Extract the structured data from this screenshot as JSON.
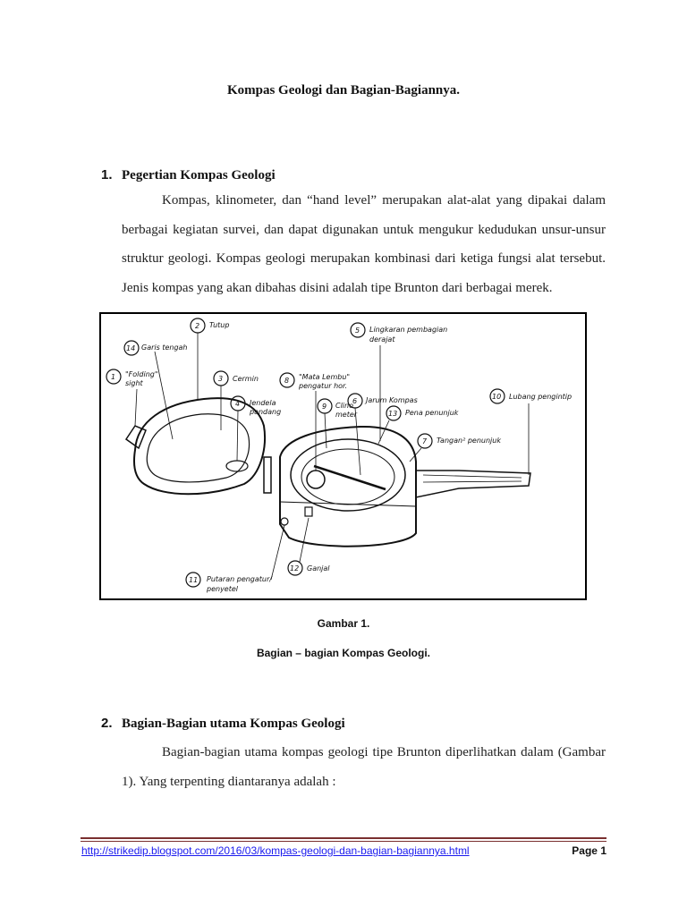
{
  "document": {
    "title": "Kompas Geologi dan Bagian-Bagiannya.",
    "section1": {
      "number": "1.",
      "heading": "Pegertian Kompas Geologi",
      "paragraph": "Kompas, klinometer, dan “hand level” merupakan alat-alat yang dipakai dalam berbagai kegiatan survei, dan dapat digunakan untuk mengukur kedudukan unsur-unsur struktur geologi. Kompas geologi merupakan kombinasi dari ketiga fungsi alat tersebut. Jenis kompas yang akan dibahas disini adalah tipe Brunton dari berbagai merek."
    },
    "figure": {
      "caption_number": "Gambar 1.",
      "caption_text": "Bagian – bagian Kompas Geologi.",
      "labels": [
        {
          "num": "1",
          "text": "\"Folding\"",
          "text2": "sight"
        },
        {
          "num": "2",
          "text": "Tutup",
          "text2": ""
        },
        {
          "num": "3",
          "text": "Cermin",
          "text2": ""
        },
        {
          "num": "4",
          "text": "Jendela",
          "text2": "pandang"
        },
        {
          "num": "5",
          "text": "Lingkaran pembagian",
          "text2": "derajat"
        },
        {
          "num": "6",
          "text": "Jarum Kompas",
          "text2": ""
        },
        {
          "num": "7",
          "text": "Tangan² penunjuk",
          "text2": ""
        },
        {
          "num": "8",
          "text": "\"Mata Lembu\"",
          "text2": "pengatur hor."
        },
        {
          "num": "9",
          "text": "Clino",
          "text2": "meter"
        },
        {
          "num": "10",
          "text": "Lubang pengintip",
          "text2": ""
        },
        {
          "num": "11",
          "text": "Putaran pengatur/",
          "text2": "penyetel"
        },
        {
          "num": "12",
          "text": "Ganjal",
          "text2": ""
        },
        {
          "num": "13",
          "text": "Pena penunjuk",
          "text2": ""
        },
        {
          "num": "14",
          "text": "Garis tengah",
          "text2": ""
        }
      ]
    },
    "section2": {
      "number": "2.",
      "heading": "Bagian-Bagian utama Kompas Geologi",
      "paragraph": "Bagian-bagian utama kompas geologi tipe Brunton diperlihatkan dalam (Gambar 1). Yang terpenting diantaranya adalah :"
    },
    "footer": {
      "url": "http://strikedip.blogspot.com/2016/03/kompas-geologi-dan-bagian-bagiannya.html",
      "page": "Page 1"
    }
  }
}
